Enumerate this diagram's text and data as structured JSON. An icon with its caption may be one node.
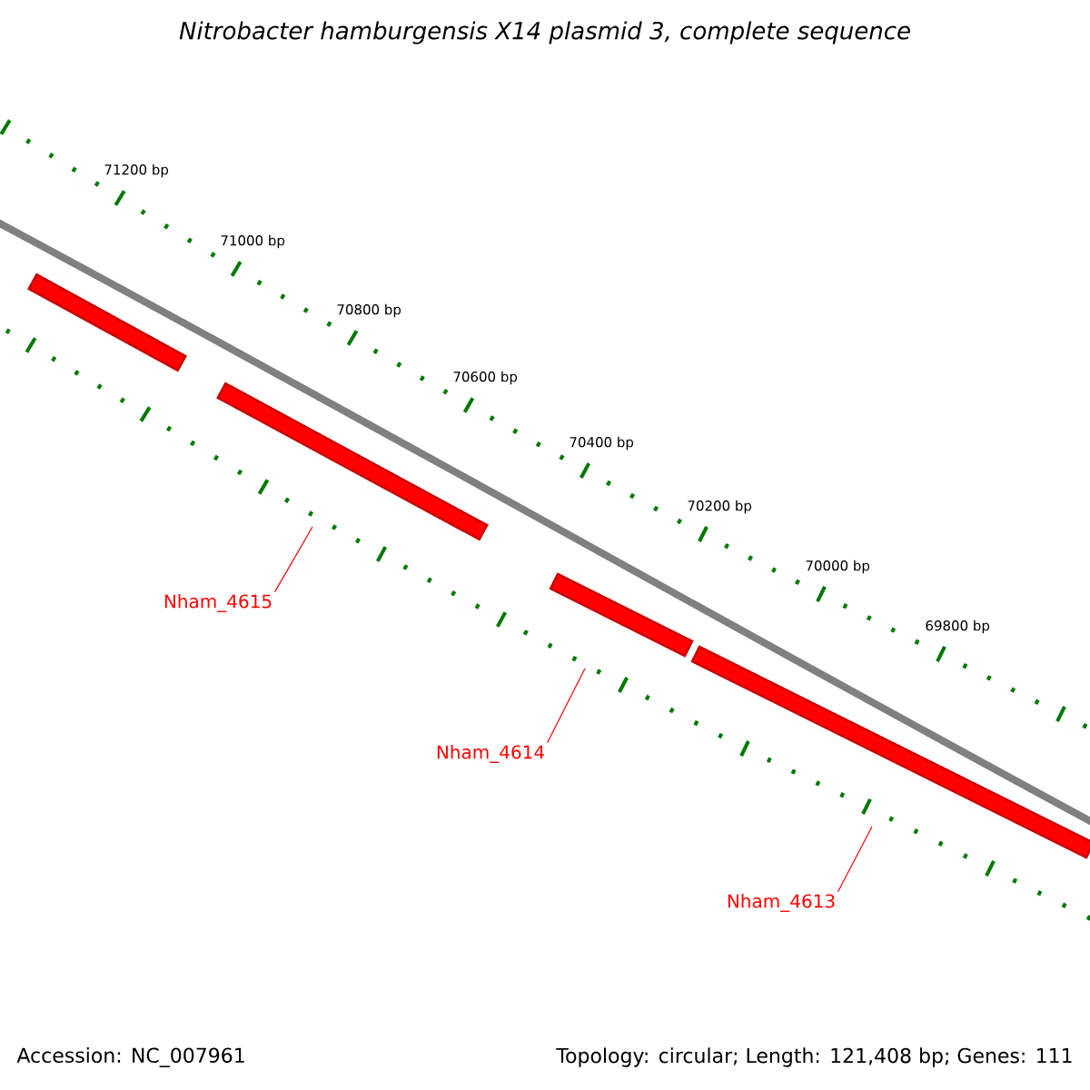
{
  "diagram": {
    "title": "Nitrobacter hamburgensis X14 plasmid 3, complete sequence",
    "nodes": [
      {
        "text": [],
        "shape": "bar"
      },
      {
        "text": [],
        "shape": "bar"
      },
      {
        "text": [],
        "shape": "bar"
      },
      {
        "text": [],
        "shape": "bar"
      },
      {
        "text": [
          "Nham_4615"
        ]
      },
      {
        "text": [
          "Nham_4614"
        ]
      },
      {
        "text": [
          "Nham_4613"
        ]
      }
    ],
    "edges": [
      {
        "from": 4,
        "to": 1,
        "arrow": "none",
        "color": "#ff0000"
      },
      {
        "from": 5,
        "to": 2,
        "arrow": "none",
        "color": "#ff0000"
      },
      {
        "from": 6,
        "to": 3,
        "arrow": "none",
        "color": "#ff0000"
      }
    ],
    "labels": [
      "71200 bp",
      "71000 bp",
      "70800 bp",
      "70600 bp",
      "70400 bp",
      "70200 bp",
      "70000 bp",
      "69800 bp",
      "Accession: NC_007961",
      "Topology: circular; Length: 121,408 bp; Genes: 111"
    ]
  }
}
